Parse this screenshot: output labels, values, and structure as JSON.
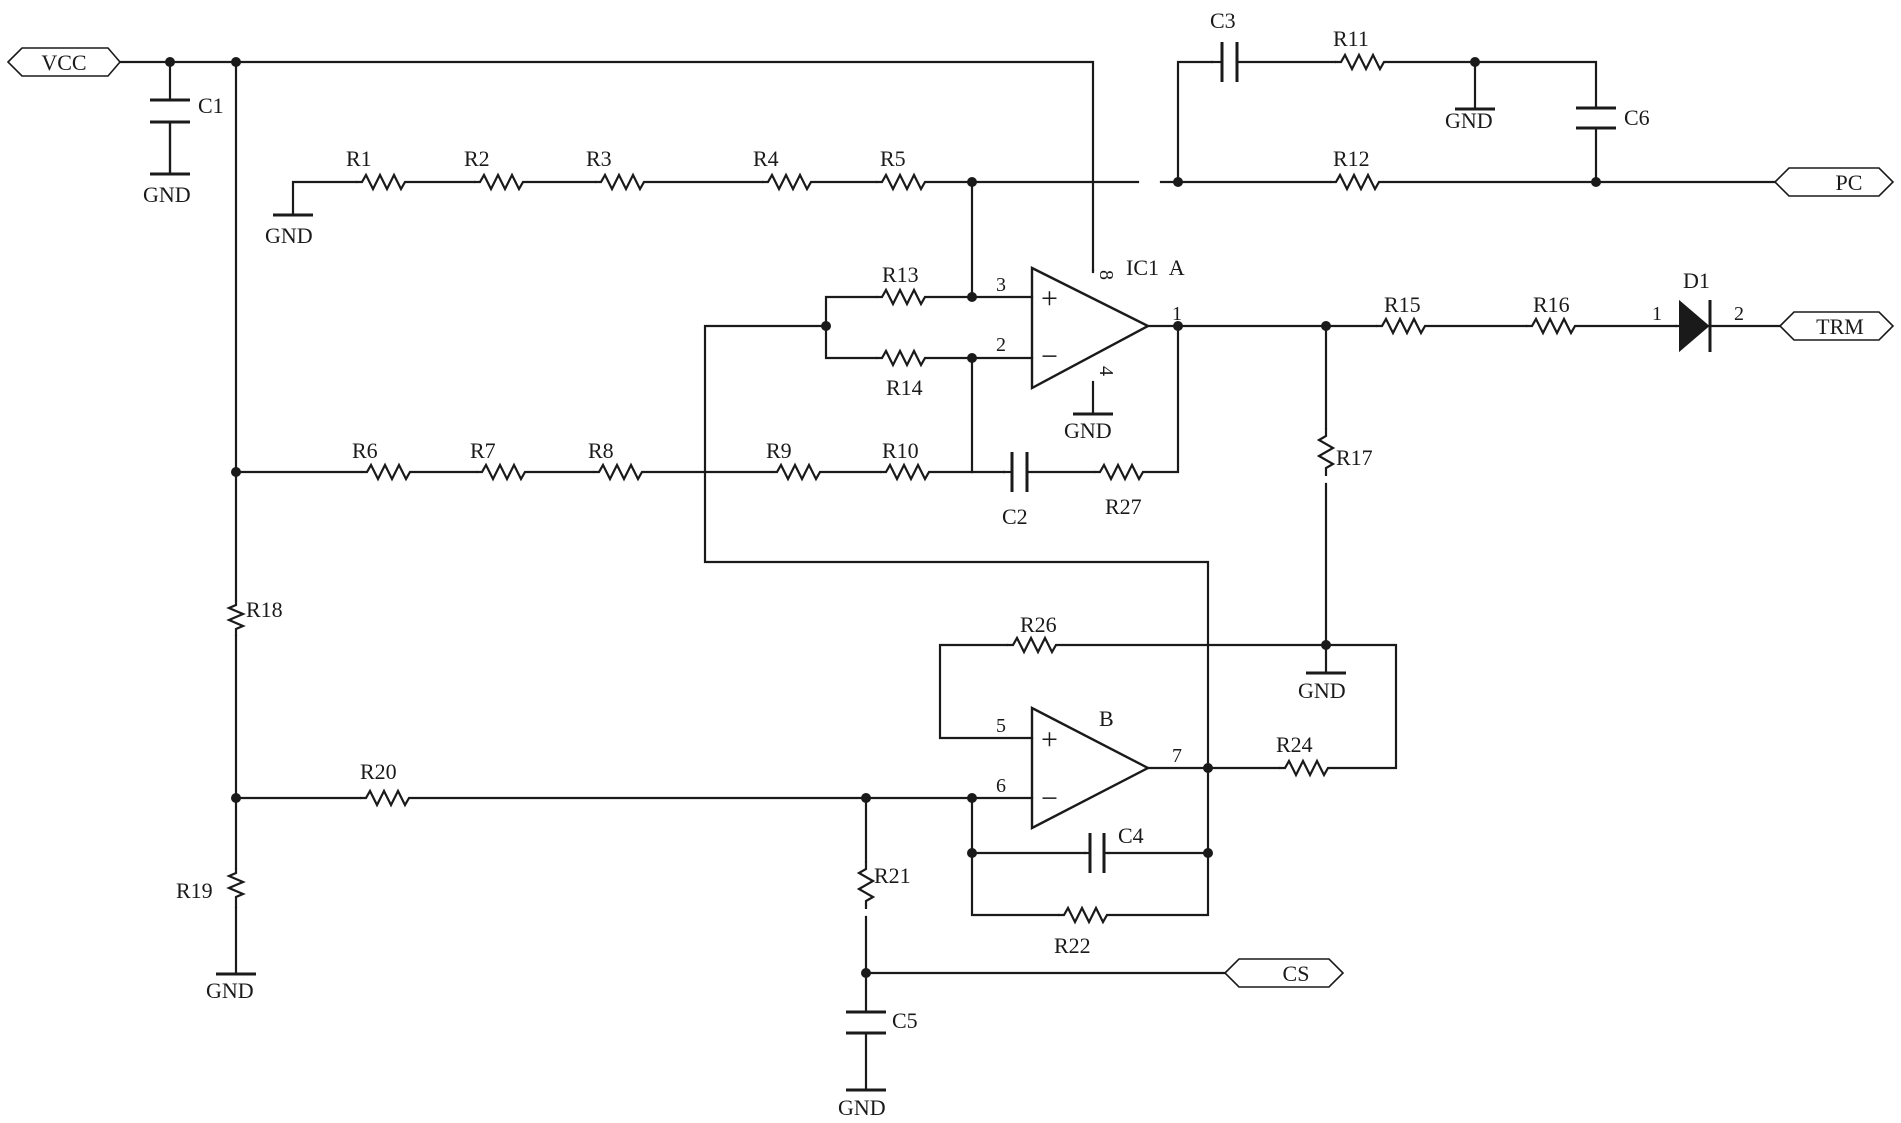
{
  "ports": {
    "vcc": "VCC",
    "pc": "PC",
    "trm": "TRM",
    "cs": "CS"
  },
  "gnd_label": "GND",
  "resistors": {
    "r1": "R1",
    "r2": "R2",
    "r3": "R3",
    "r4": "R4",
    "r5": "R5",
    "r6": "R6",
    "r7": "R7",
    "r8": "R8",
    "r9": "R9",
    "r10": "R10",
    "r11": "R11",
    "r12": "R12",
    "r13": "R13",
    "r14": "R14",
    "r15": "R15",
    "r16": "R16",
    "r17": "R17",
    "r18": "R18",
    "r19": "R19",
    "r20": "R20",
    "r21": "R21",
    "r22": "R22",
    "r24": "R24",
    "r26": "R26",
    "r27": "R27"
  },
  "capacitors": {
    "c1": "C1",
    "c2": "C2",
    "c3": "C3",
    "c4": "C4",
    "c5": "C5",
    "c6": "C6"
  },
  "diode": {
    "label": "D1",
    "pin1": "1",
    "pin2": "2"
  },
  "opamp_a": {
    "label": "IC1  A",
    "pin_plus": "3",
    "pin_minus": "2",
    "pin_out": "1",
    "pin_vcc": "8",
    "pin_gnd": "4",
    "plus_sign": "+",
    "minus_sign": "−"
  },
  "opamp_b": {
    "label": "B",
    "pin_plus": "5",
    "pin_minus": "6",
    "pin_out": "7",
    "plus_sign": "+",
    "minus_sign": "−"
  }
}
